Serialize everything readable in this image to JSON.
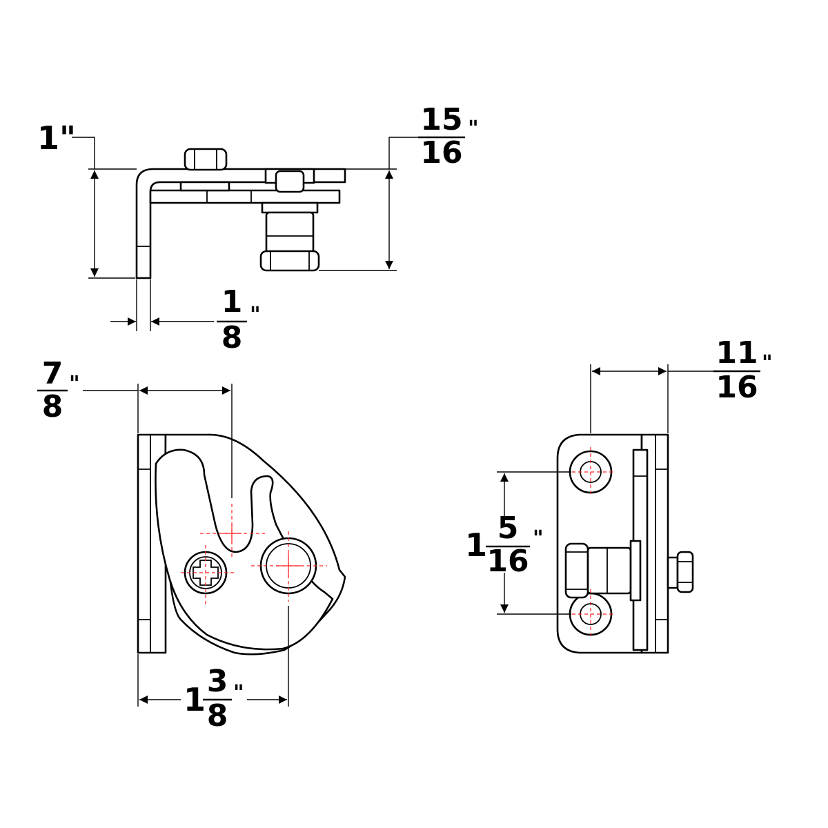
{
  "dimensions": {
    "top_height": {
      "whole": "1",
      "unit": "\""
    },
    "top_depth": {
      "num": "15",
      "den": "16",
      "unit": "\""
    },
    "top_thickness": {
      "num": "1",
      "den": "8",
      "unit": "\""
    },
    "front_width": {
      "num": "7",
      "den": "8",
      "unit": "\""
    },
    "front_span": {
      "whole": "1",
      "num": "3",
      "den": "8",
      "unit": "\""
    },
    "side_width": {
      "num": "11",
      "den": "16",
      "unit": "\""
    },
    "side_span": {
      "whole": "1",
      "num": "5",
      "den": "16",
      "unit": "\""
    }
  },
  "colors": {
    "line": "#000000",
    "centerline": "#ff2020",
    "background": "#ffffff"
  }
}
